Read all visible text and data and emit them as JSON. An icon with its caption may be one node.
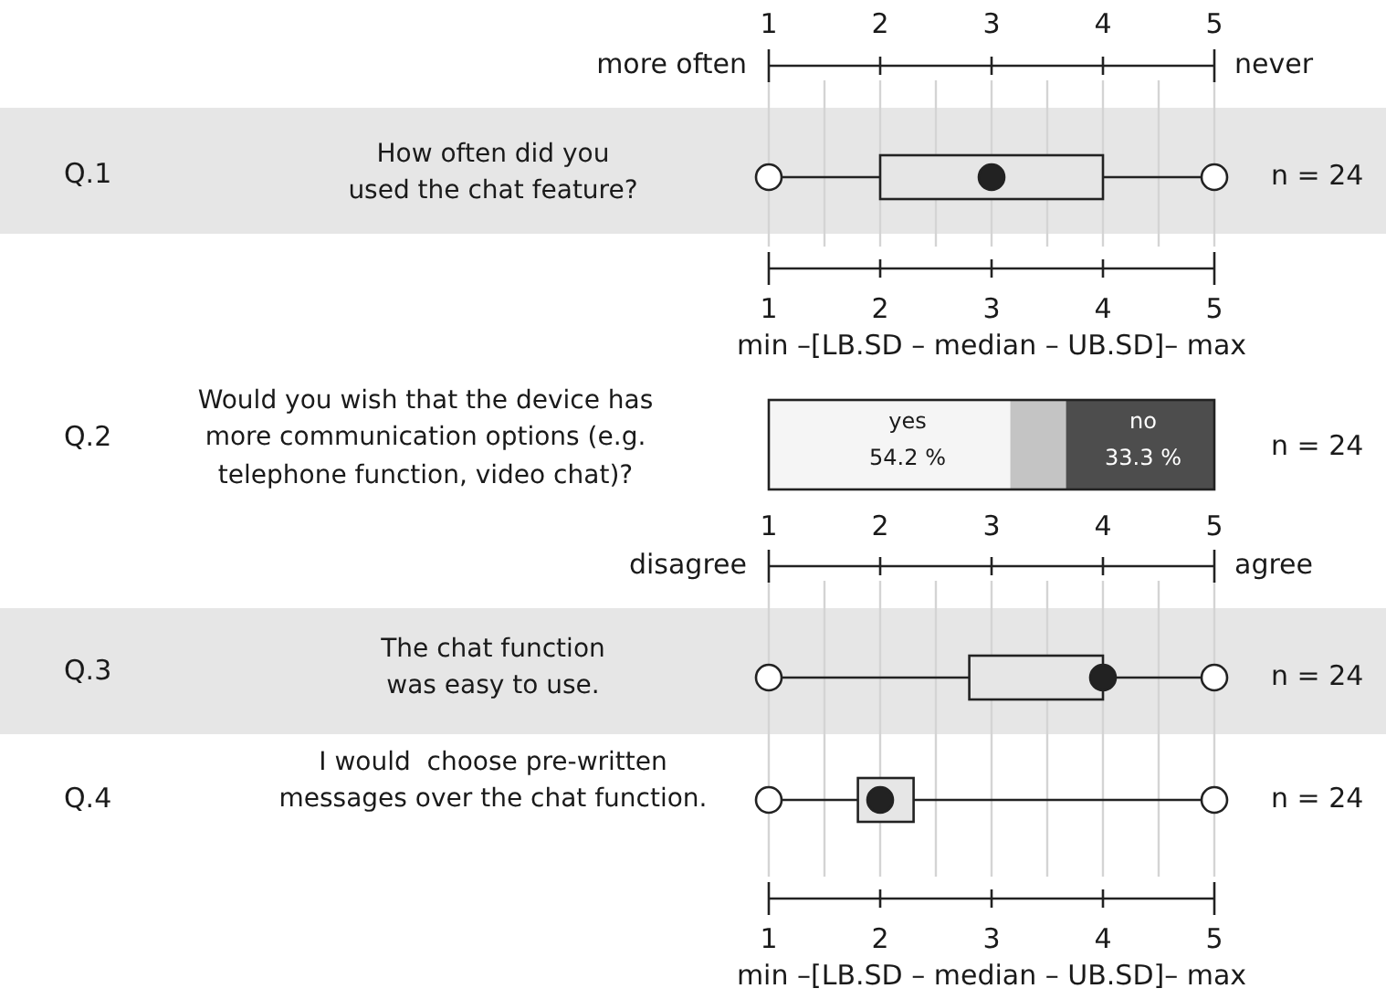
{
  "diagram": {
    "labels": [
      "1",
      "2",
      "3",
      "4",
      "5",
      "more often",
      "never",
      "Q.1",
      "How often did you used the chat feature?",
      "n = 24",
      "1",
      "2",
      "3",
      "4",
      "5",
      "min –[LB.SD – median – UB.SD]– max",
      "Q.2",
      "Would you wish that the device has more communication options (e.g. telephone function, video chat)?",
      "yes",
      "54.2 %",
      "no",
      "33.3 %",
      "n = 24",
      "1",
      "2",
      "3",
      "4",
      "5",
      "disagree",
      "agree",
      "Q.3",
      "The chat function was easy to use.",
      "n = 24",
      "Q.4",
      "I would  choose pre-written messages over the chat function.",
      "n = 24",
      "1",
      "2",
      "3",
      "4",
      "5",
      "min –[LB.SD – median – UB.SD]– max"
    ]
  }
}
